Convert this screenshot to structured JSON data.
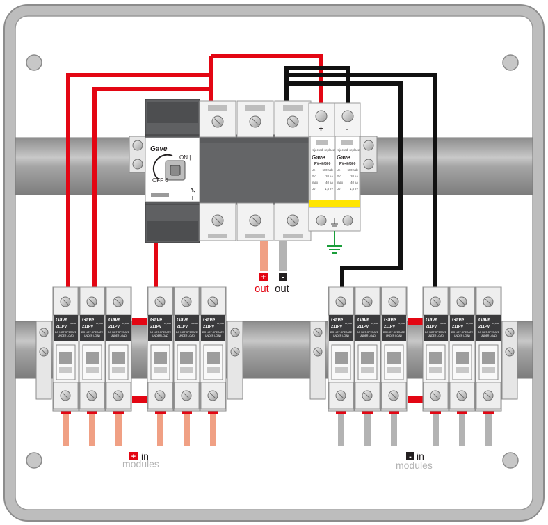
{
  "brand": "Gave",
  "switch_disconnector": {
    "on_label": "ON |",
    "off_label": "OFF 0"
  },
  "surge_arrester": {
    "plus_label": "+",
    "minus_label": "-",
    "replace_label": "rejected: replace",
    "model": "PV-40/500",
    "spec_rows": [
      [
        "Un",
        "500 Vdc"
      ],
      [
        "PV",
        "20 kA"
      ],
      [
        "Imax",
        "40 kA"
      ],
      [
        "Up",
        "1,8 kV"
      ]
    ]
  },
  "fuse_holder": {
    "model": "211PV",
    "rating": "10,3x38",
    "warning_line1": "DO NOT OPERATE",
    "warning_line2": "UNDER LOAD"
  },
  "outputs": {
    "positive": {
      "symbol": "+",
      "label": "out",
      "color": "#e30613"
    },
    "negative": {
      "symbol": "-",
      "label": "out",
      "color": "#231f20"
    }
  },
  "inputs": {
    "positive": {
      "symbol": "+",
      "label": "in",
      "sublabel": "modules"
    },
    "negative": {
      "symbol": "-",
      "label": "in",
      "sublabel": "modules"
    }
  },
  "colors": {
    "positive_wire": "#e30613",
    "negative_wire": "#111111",
    "positive_cable": "#f0a084",
    "negative_cable": "#b3b3b3",
    "earth": "#1a9e3a",
    "rail": "#9a9a9a",
    "body_dark": "#58595b",
    "warning_strip": "#ffe500"
  }
}
